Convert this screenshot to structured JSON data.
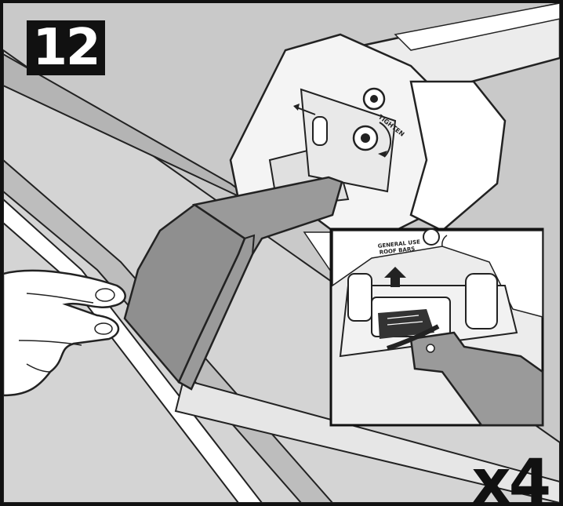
{
  "step": {
    "number": "12"
  },
  "quantity": {
    "label": "x4"
  },
  "labels": {
    "tighten": "TIGHTEN",
    "general_use_line1": "GENERAL USE",
    "general_use_line2": "ROOF BARS"
  },
  "colors": {
    "frame": "#111111",
    "background": "#c9c9c9",
    "bar_grey": "#8f8f8f",
    "light_grey": "#e6e6e6",
    "white": "#ffffff"
  }
}
